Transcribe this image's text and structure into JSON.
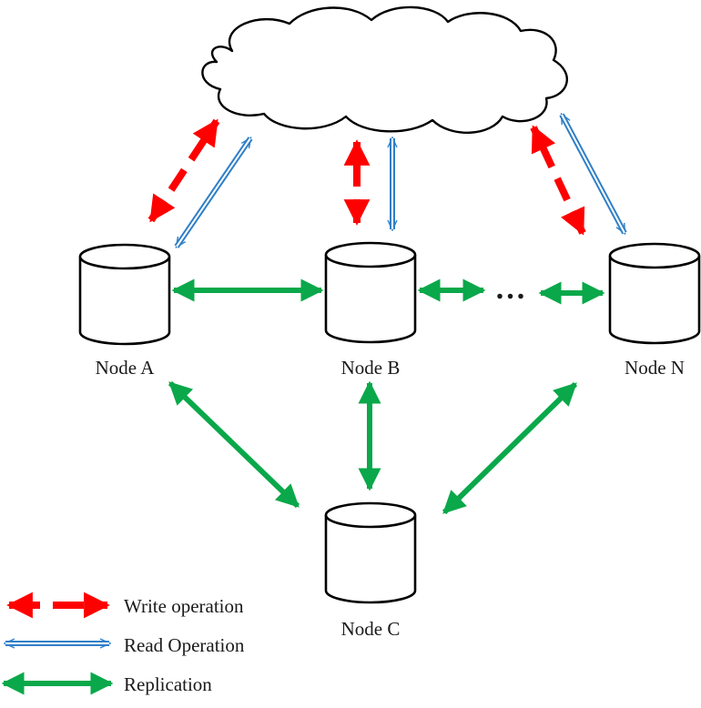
{
  "nodes": {
    "a": "Node A",
    "b": "Node B",
    "n": "Node N",
    "c": "Node C"
  },
  "ellipsis": "...",
  "legend": {
    "write": "Write operation",
    "read": "Read Operation",
    "replication": "Replication"
  },
  "colors": {
    "write": "#ff0000",
    "read": "#2f7fc7",
    "replication": "#0aa84a"
  }
}
